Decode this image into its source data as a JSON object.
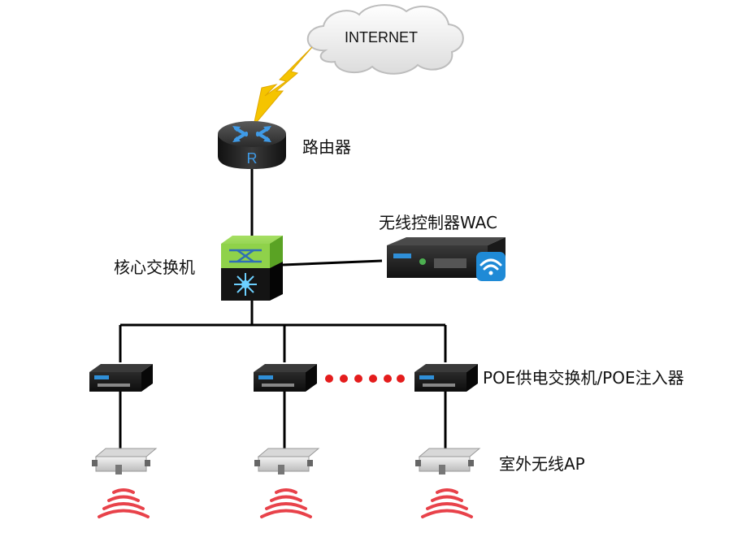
{
  "cloud": {
    "label": "INTERNET"
  },
  "router": {
    "label": "路由器",
    "badge": "R"
  },
  "core_switch": {
    "label": "核心交换机"
  },
  "wac": {
    "label": "无线控制器WAC"
  },
  "poe": {
    "label": "POE供电交换机/POE注入器"
  },
  "ap": {
    "label": "室外无线AP"
  },
  "colors": {
    "line": "#000000",
    "lightning": "#f5c400",
    "switch_green": "#7bc63a",
    "router_blue": "#2f8fd8",
    "dots": "#e41c1c",
    "signal": "#e8424a"
  }
}
